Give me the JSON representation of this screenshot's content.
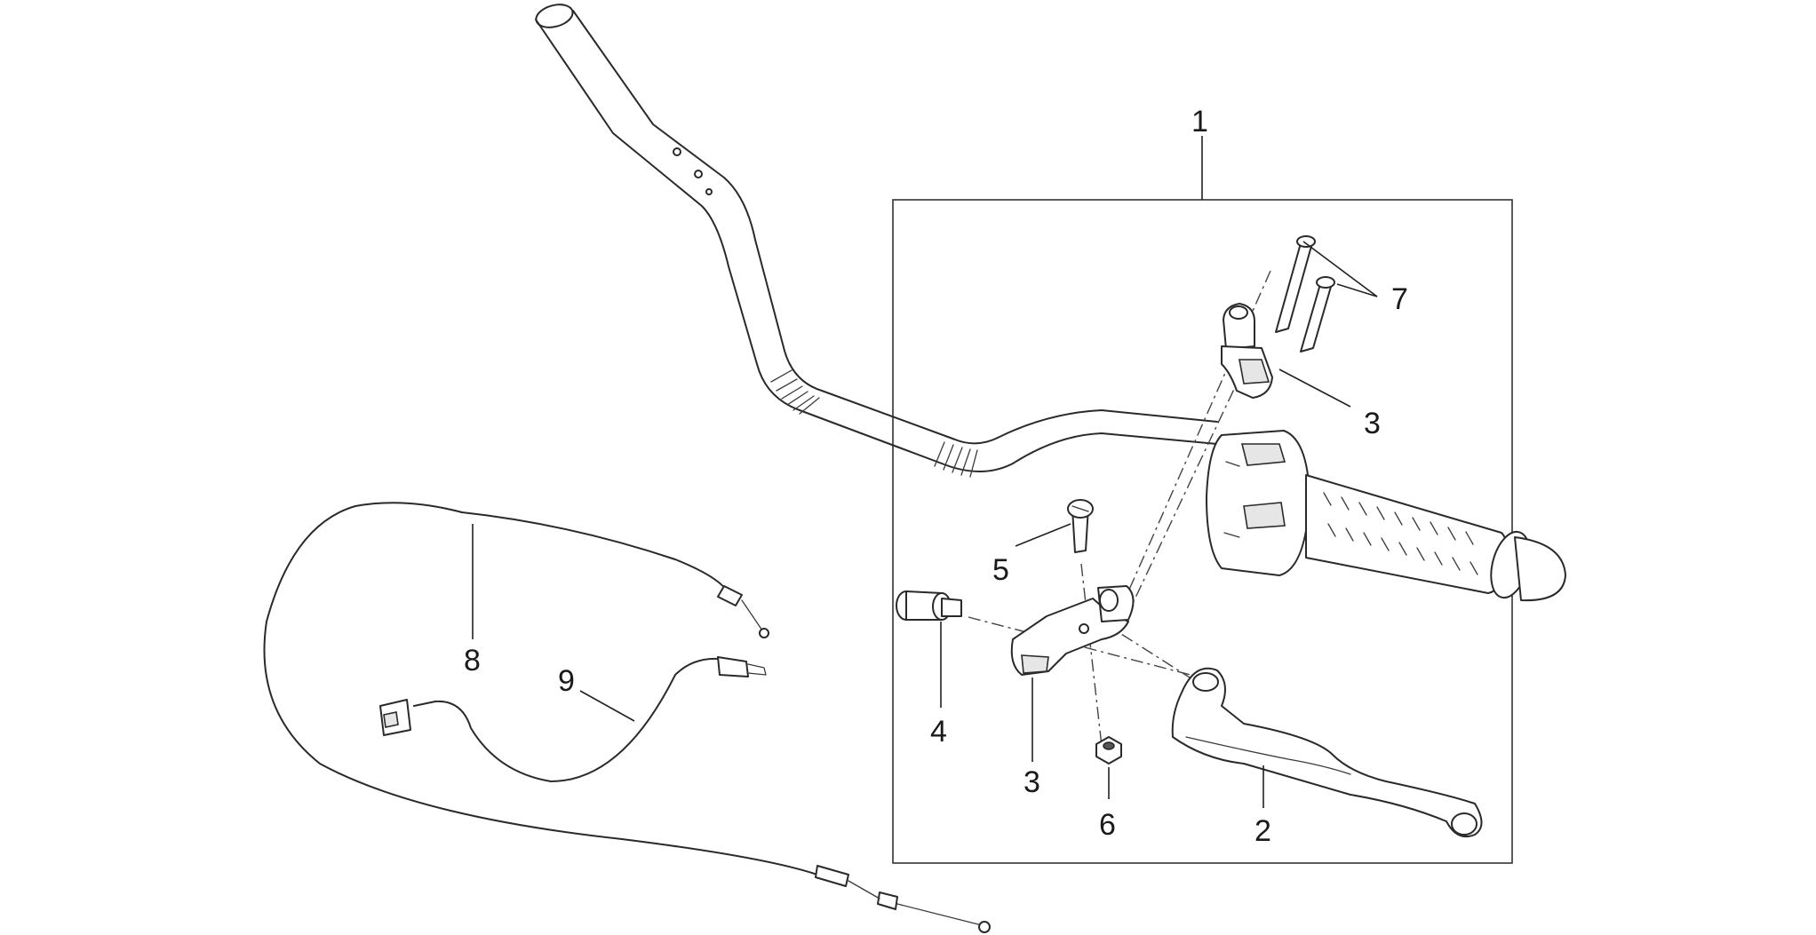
{
  "callouts": {
    "c1": "1",
    "c2": "2",
    "c3a": "3",
    "c3b": "3",
    "c4": "4",
    "c5": "5",
    "c6": "6",
    "c7": "7",
    "c8": "8",
    "c9": "9"
  }
}
